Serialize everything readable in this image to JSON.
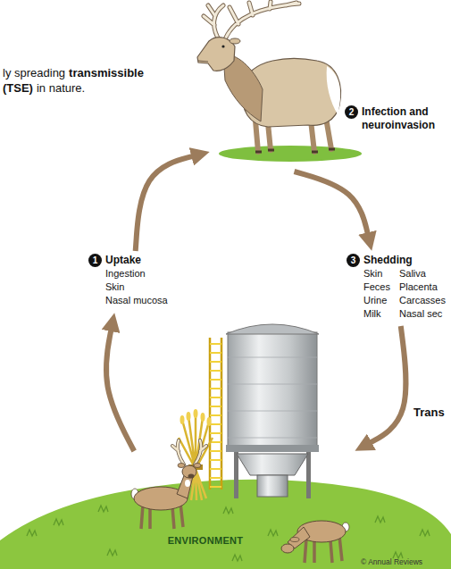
{
  "diagram": {
    "nodes": [
      {
        "text": [
          "2",
          "Infection and neuroinvasion"
        ]
      },
      {
        "text": [
          "1",
          "Uptake",
          "Ingestion",
          "Skin",
          "Nasal mucosa"
        ]
      },
      {
        "text": [
          "3",
          "Shedding",
          "Skin",
          "Saliva",
          "Feces",
          "Placenta",
          "Urine",
          "Carcasses",
          "Milk",
          "Nasal sec"
        ]
      },
      {
        "text": [
          "ENVIRONMENT"
        ]
      }
    ],
    "edges": [
      {
        "from": 1,
        "to": 0,
        "arrow": "to"
      },
      {
        "from": 0,
        "to": 2,
        "arrow": "to"
      },
      {
        "from": 2,
        "to": 3,
        "arrow": "to"
      },
      {
        "from": 3,
        "to": 1,
        "arrow": "to"
      }
    ],
    "labels": [
      "ly spreading",
      "transmissible",
      "(TSE)",
      "in nature.",
      "Trans",
      "© Annual Reviews"
    ]
  }
}
